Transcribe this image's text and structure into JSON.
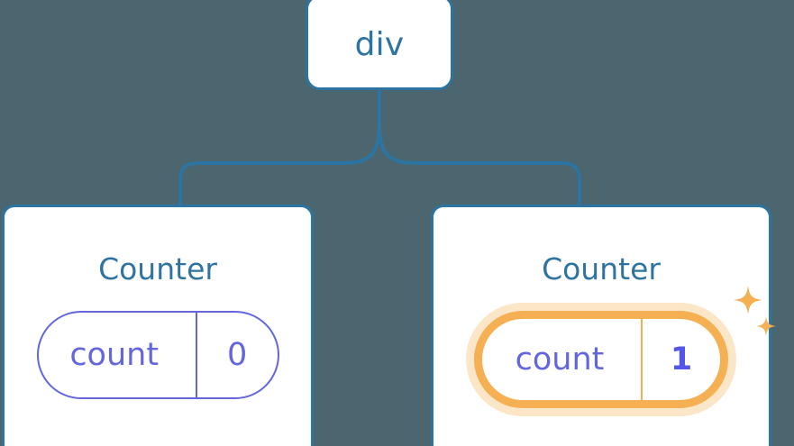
{
  "diagram": {
    "type": "component-tree",
    "background_color": "#4c6670",
    "node_border_color": "#2c74a2",
    "title_color": "#2f74a0",
    "state_color": "#6366dd",
    "highlight_color": "#f6b054",
    "highlight_glow_color": "#fbdcae",
    "root": {
      "label": "div"
    },
    "children": [
      {
        "id": "counter-left",
        "label": "Counter",
        "state": {
          "key": "count",
          "value": "0",
          "highlighted": false
        }
      },
      {
        "id": "counter-right",
        "label": "Counter",
        "state": {
          "key": "count",
          "value": "1",
          "highlighted": true
        },
        "sparkle_icons": [
          "sparkle-large",
          "sparkle-small"
        ]
      }
    ]
  }
}
